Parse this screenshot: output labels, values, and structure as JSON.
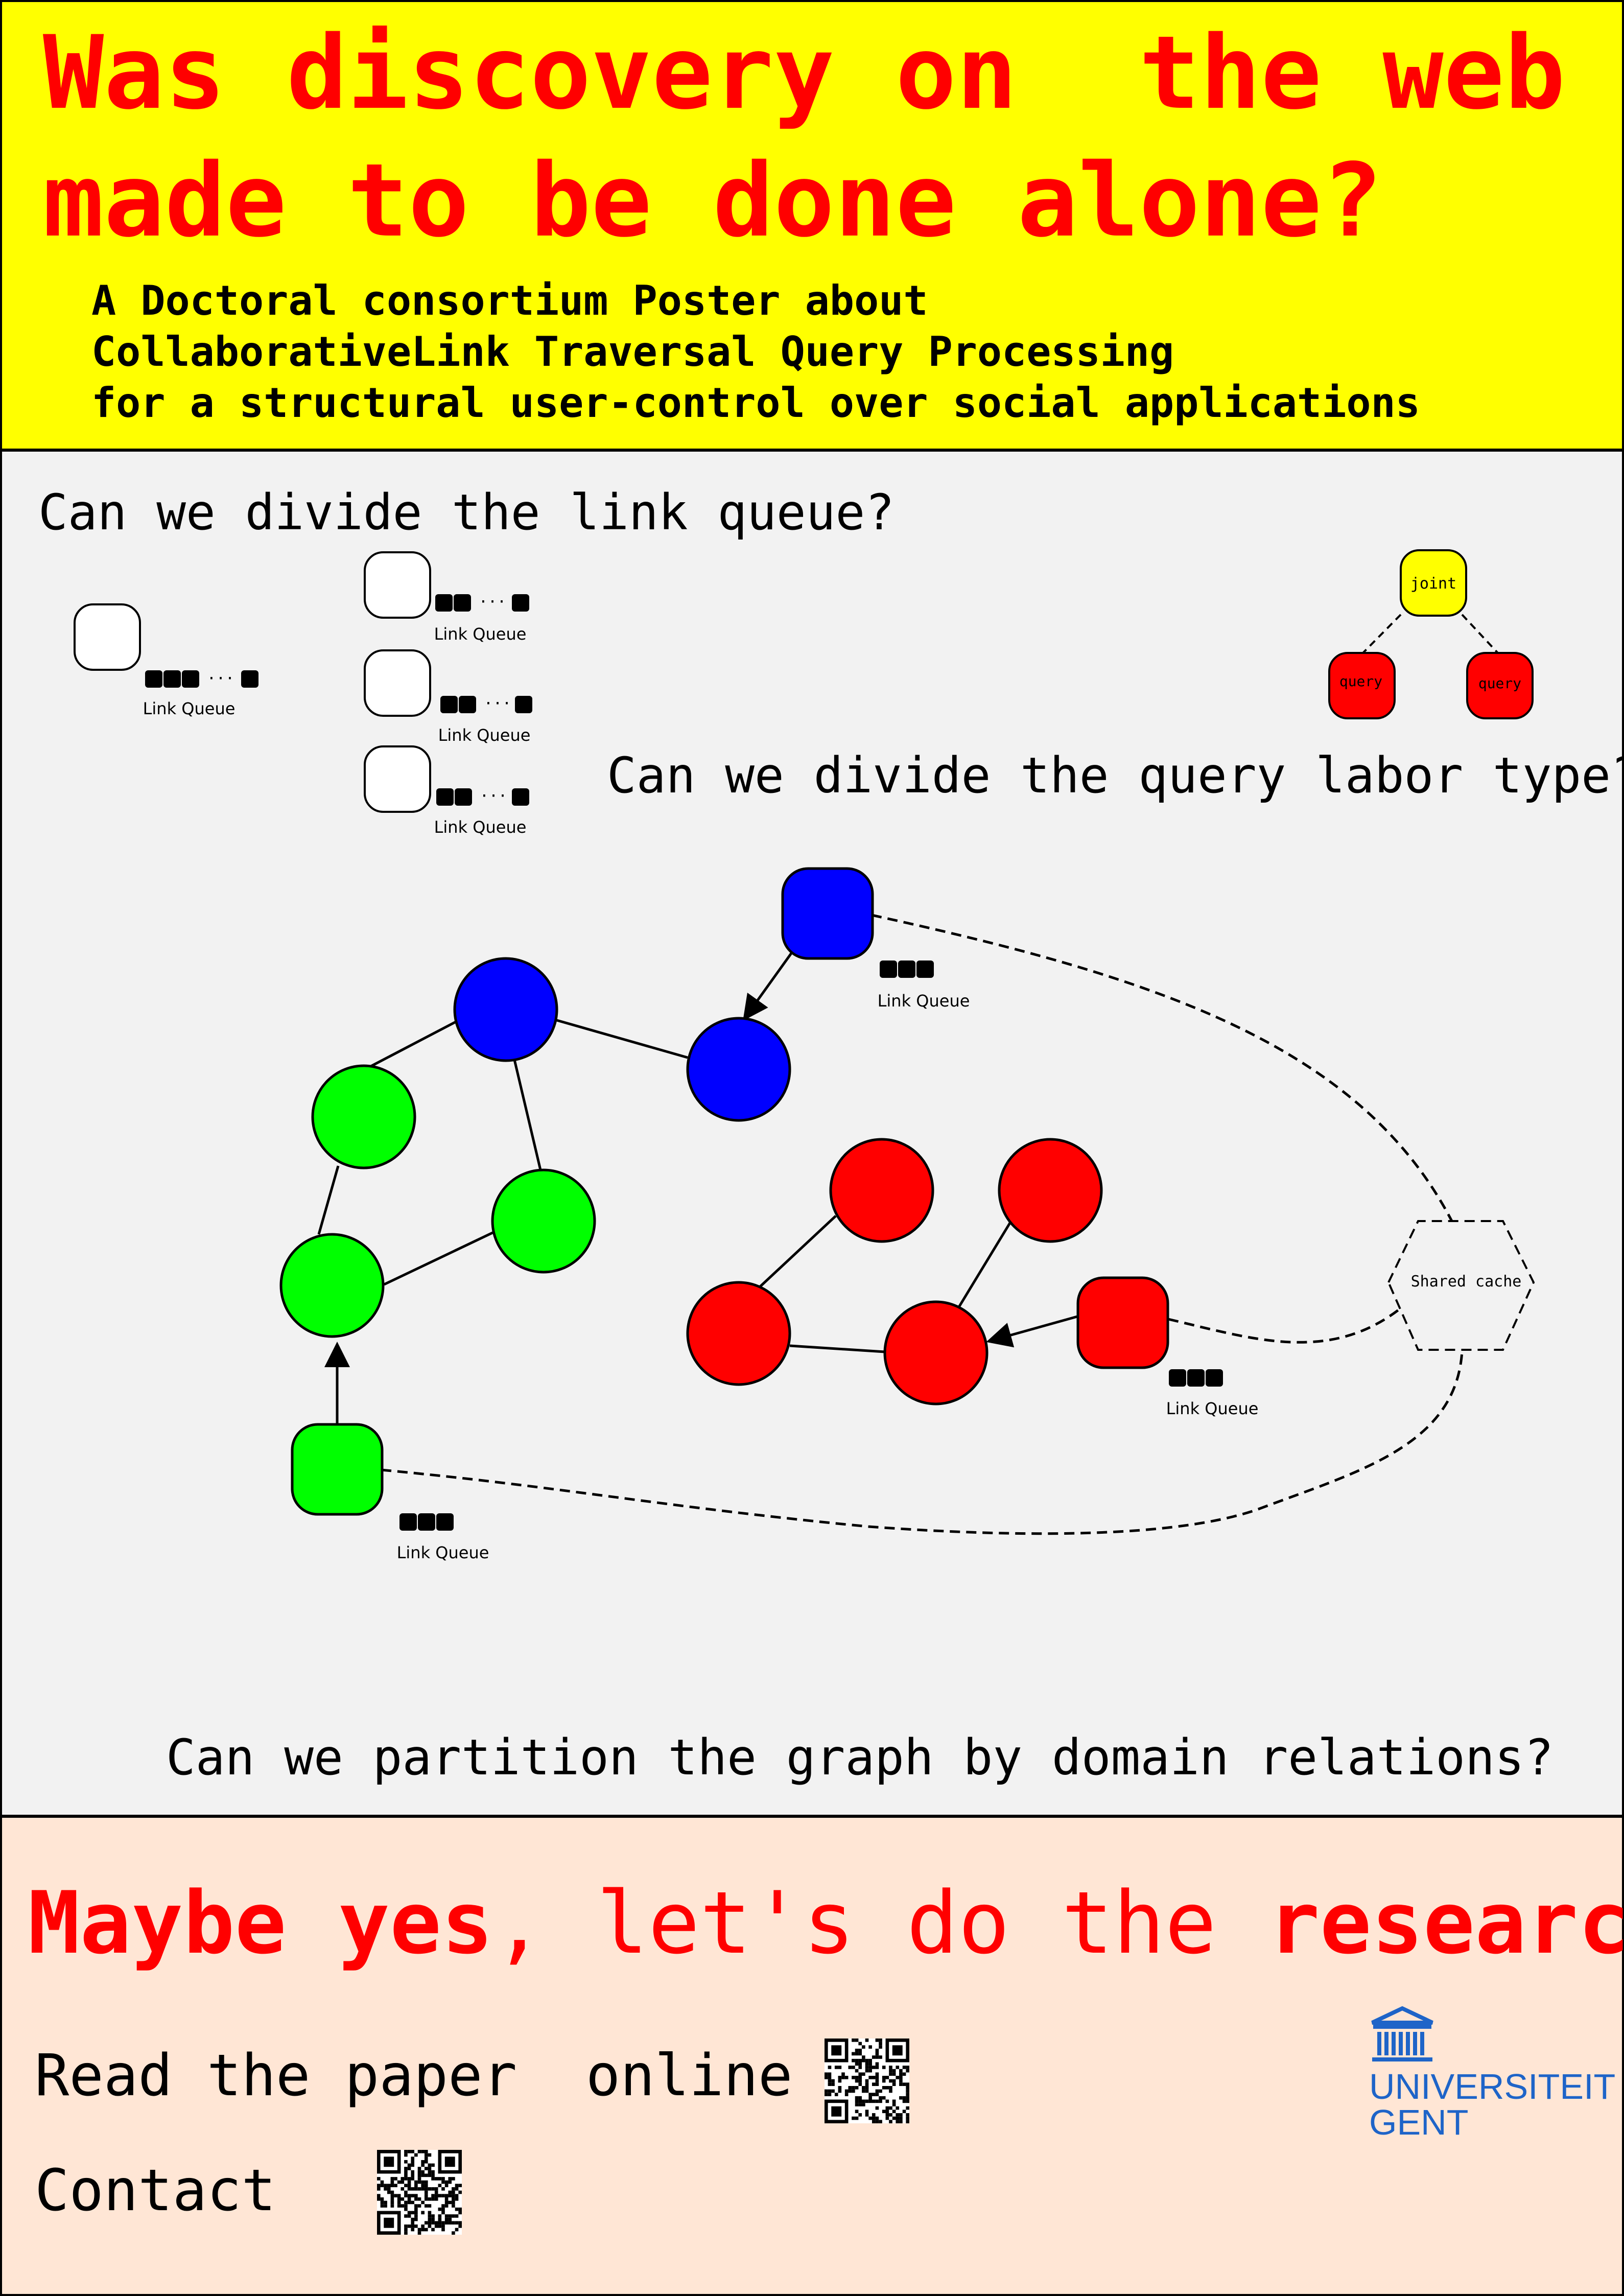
{
  "header": {
    "title_line1": "Was discovery on  the web",
    "title_line2": "made to be done alone?",
    "subtitle_lines": [
      "A Doctoral consortium Poster about",
      "CollaborativeLink Traversal Query Processing",
      "for a structural user-control over social applications"
    ]
  },
  "questions": {
    "link_queue": "Can we divide the link queue?",
    "labor_type": "Can we divide the query labor type?",
    "partition": "Can we partition the graph by domain relations?"
  },
  "diagram": {
    "link_queue_label": "Link Queue",
    "ellipsis": "···",
    "joint_label": "joint",
    "query_label": "query",
    "shared_cache_label": "Shared cache",
    "colors": {
      "blue": "#0000ff",
      "green": "#00ff00",
      "red": "#ff0000",
      "joint": "#ffff00"
    }
  },
  "footer": {
    "answer_part1": "Maybe yes",
    "answer_part2": ", let's do the ",
    "answer_part3": "research",
    "read_paper": "Read the paper  online",
    "contact": "Contact",
    "logo_line1": "UNIVERSITEIT",
    "logo_line2": "GENT",
    "logo_color": "#1e64c8"
  }
}
